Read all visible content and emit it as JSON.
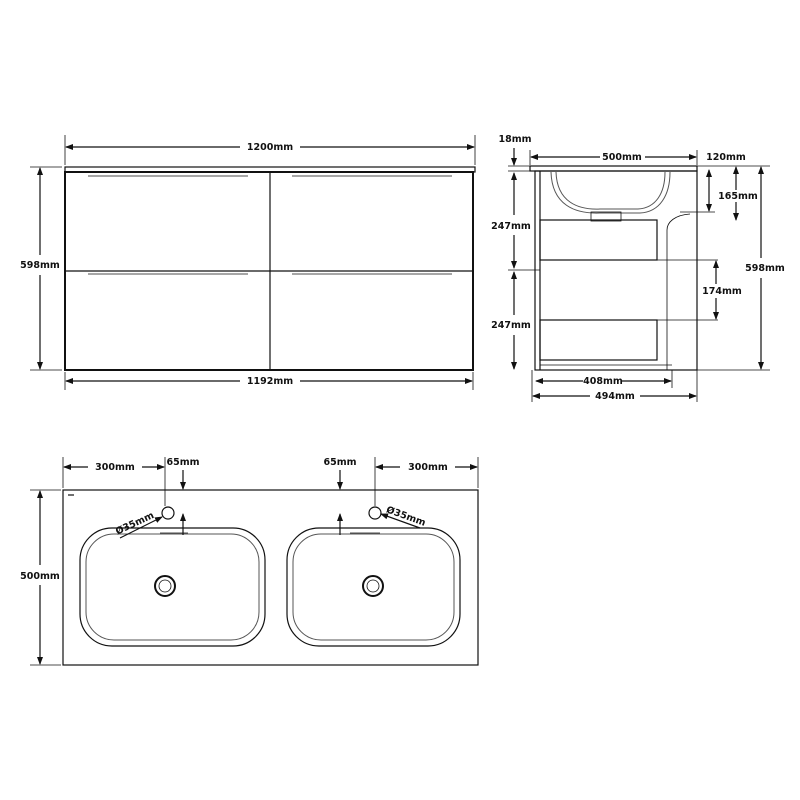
{
  "front_view": {
    "width_top": "1200mm",
    "height": "598mm",
    "width_bottom": "1192mm"
  },
  "side_view": {
    "top_thickness": "18mm",
    "depth_top": "500mm",
    "basin_offset": "120mm",
    "basin_depth": "165mm",
    "drawer_upper": "247mm",
    "drawer_lower": "247mm",
    "drawer_gap": "174mm",
    "height": "598mm",
    "inner_depth": "408mm",
    "body_depth": "494mm"
  },
  "top_view": {
    "left_edge_to_tap": "300mm",
    "left_tap_offset": "65mm",
    "right_tap_offset": "65mm",
    "right_edge_to_tap": "300mm",
    "left_tap_hole": "Ø35mm",
    "right_tap_hole": "Ø35mm",
    "depth": "500mm"
  }
}
